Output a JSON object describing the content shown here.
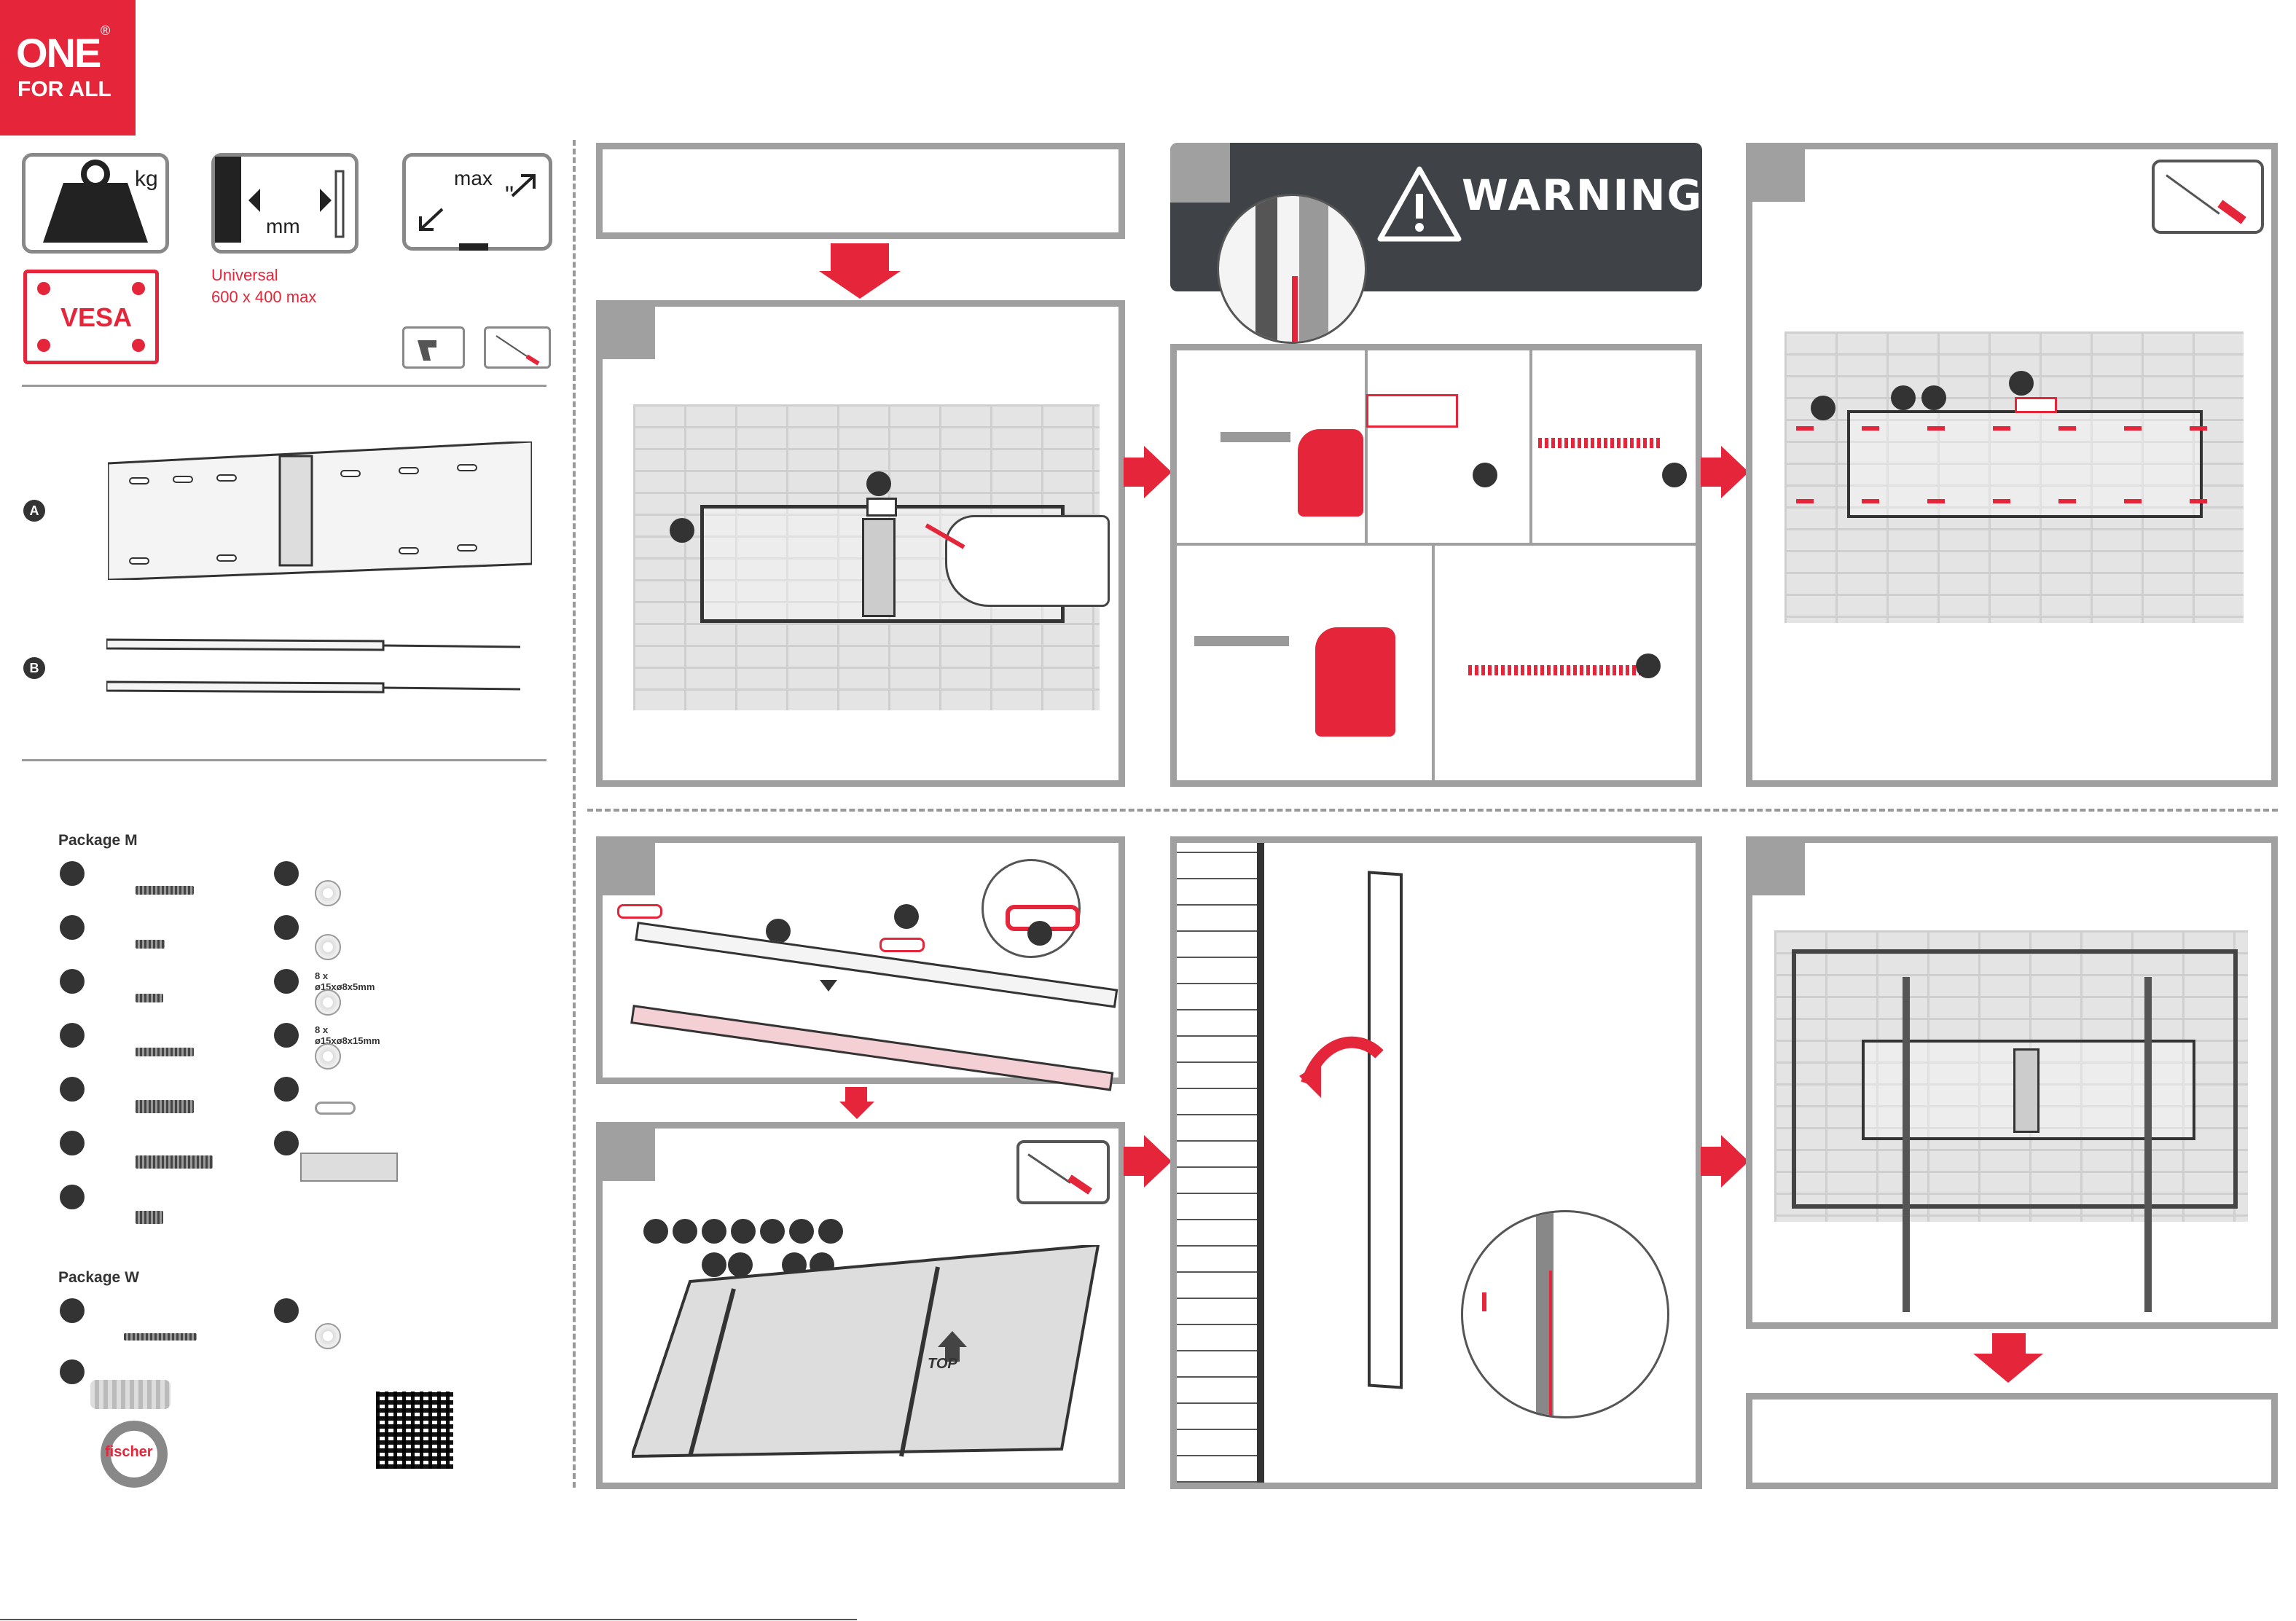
{
  "brand": {
    "line1": "ONE",
    "line2": "FOR ALL",
    "reg": "®"
  },
  "specs": {
    "weight_unit": "kg",
    "depth_unit": "mm",
    "screen_label": "max",
    "screen_inch": "\"",
    "vesa_label": "VESA",
    "vesa_text_1": "Universal",
    "vesa_text_2": "600 x 400 max"
  },
  "parts": {
    "a": "A",
    "b": "B"
  },
  "package_m": {
    "title": "Package M",
    "spec_1": "8 x  ø15xø8x5mm",
    "spec_2": "8 x  ø15xø8x15mm"
  },
  "package_w": {
    "title": "Package W",
    "fischer": "fischer"
  },
  "warning": {
    "text": "WARNING"
  },
  "step_b": {
    "top_label": "TOP"
  },
  "colors": {
    "brand_red": "#e5253a",
    "panel_gray": "#a0a0a0",
    "warning_bg": "#3f4247"
  }
}
